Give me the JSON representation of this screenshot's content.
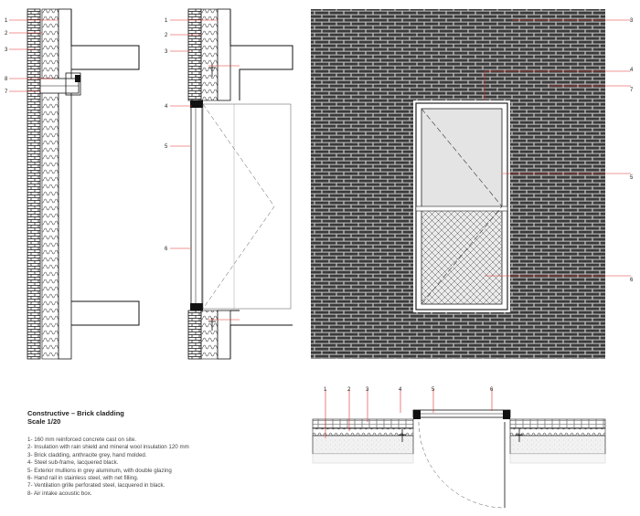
{
  "legend": {
    "title": "Constructive – Brick cladding",
    "scale": "Scale 1/20",
    "items": [
      "1- 160 mm reinforced concrete cast on site.",
      "2- Insulation with rain shield and mineral wool insulation 120 mm",
      "3- Brick cladding, anthracite grey, hand molded.",
      "4- Steel sub-frame, lacquered black.",
      "5- Exterior mullions in grey aluminum, with double glazing",
      "6- Hand rail in stainless steel, with net filling.",
      "7- Ventilation grille perforated steel, lacquered in black.",
      "8- Air intake acoustic box."
    ]
  },
  "callouts": {
    "section_a": [
      "1",
      "2",
      "3",
      "8",
      "7"
    ],
    "section_b": [
      "1",
      "2",
      "3",
      "4",
      "5",
      "6"
    ],
    "elevation": [
      "4",
      "7",
      "3",
      "5",
      "6"
    ],
    "plan": [
      "1",
      "2",
      "3",
      "4",
      "5",
      "6"
    ]
  },
  "colors": {
    "callout_line": "#e0302a",
    "brick_face": "#3a3a3a",
    "mortar": "#c8c8c8",
    "concrete": "#f2f2f2",
    "glass": "#e4e4e4"
  }
}
